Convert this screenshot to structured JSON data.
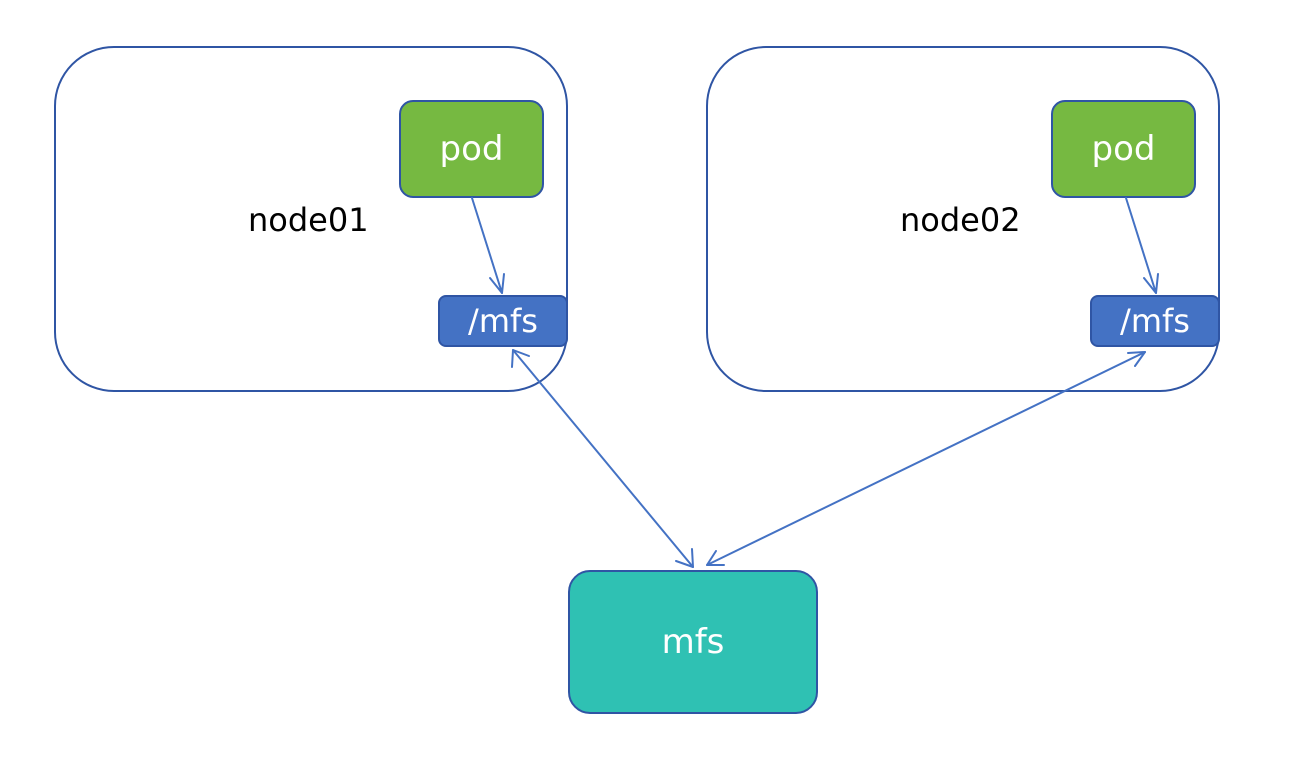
{
  "diagram": {
    "nodes": [
      {
        "label": "node01",
        "pod_label": "pod",
        "mount_label": "/mfs"
      },
      {
        "label": "node02",
        "pod_label": "pod",
        "mount_label": "/mfs"
      }
    ],
    "storage_label": "mfs"
  },
  "colors": {
    "border": "#2f55a4",
    "pod": "#76b941",
    "mount": "#4472c4",
    "storage": "#2fc1b3",
    "arrow": "#4472c4"
  }
}
